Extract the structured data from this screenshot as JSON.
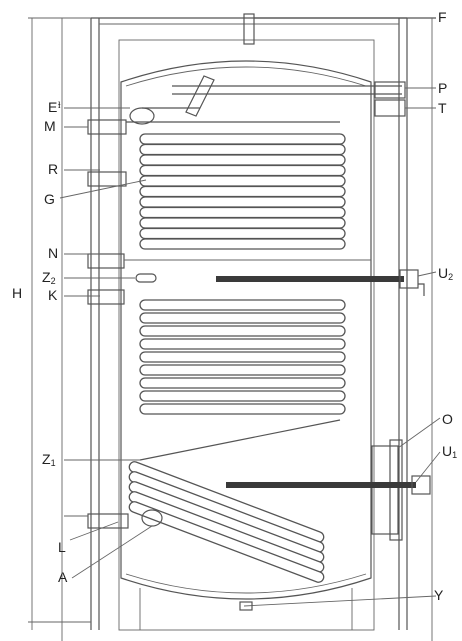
{
  "diagram": {
    "labels": {
      "F": "F",
      "E": "E",
      "M": "M",
      "P": "P",
      "T": "T",
      "R": "R",
      "G": "G",
      "N": "N",
      "Z2": "Z",
      "Z2_sub": "2",
      "K": "K",
      "U2": "U",
      "U2_sub": "2",
      "H": "H",
      "O": "O",
      "U1": "U",
      "U1_sub": "1",
      "Z1": "Z",
      "Z1_sub": "1",
      "L": "L",
      "A": "A",
      "Y": "Y"
    },
    "upper_coil_turns": 11,
    "lower_coil_turns": 9,
    "bottom_coil_turns": 5,
    "colors": {
      "line": "#555555",
      "heater": "#3a3a3a",
      "background": "#ffffff"
    }
  }
}
